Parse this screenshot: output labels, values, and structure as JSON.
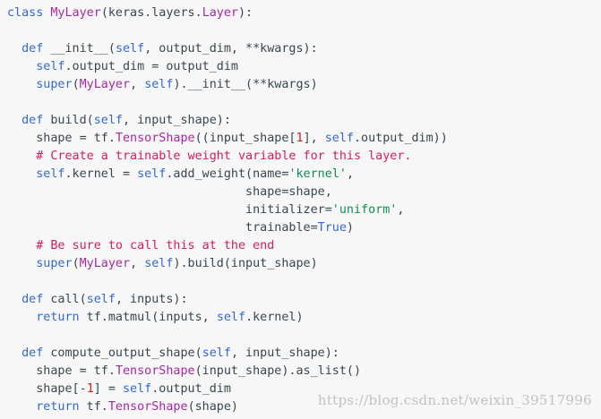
{
  "colors": {
    "background": "#f7f7f7",
    "default": "#37474f",
    "keyword": "#3367d6",
    "class_name": "#a626a4",
    "string": "#0d904f",
    "number": "#c5221f",
    "comment": "#d81b60"
  },
  "code": {
    "lines": [
      [
        {
          "t": "class",
          "c": "kw"
        },
        {
          "t": " "
        },
        {
          "t": "MyLayer",
          "c": "cls"
        },
        {
          "t": "(keras.layers."
        },
        {
          "t": "Layer",
          "c": "cls"
        },
        {
          "t": "):"
        }
      ],
      [],
      [
        {
          "t": "  "
        },
        {
          "t": "def",
          "c": "kw"
        },
        {
          "t": " __init__("
        },
        {
          "t": "self",
          "c": "kw"
        },
        {
          "t": ", output_dim, **kwargs):"
        }
      ],
      [
        {
          "t": "    "
        },
        {
          "t": "self",
          "c": "kw"
        },
        {
          "t": ".output_dim = output_dim"
        }
      ],
      [
        {
          "t": "    "
        },
        {
          "t": "super",
          "c": "kw"
        },
        {
          "t": "("
        },
        {
          "t": "MyLayer",
          "c": "cls"
        },
        {
          "t": ", "
        },
        {
          "t": "self",
          "c": "kw"
        },
        {
          "t": ").__init__(**kwargs)"
        }
      ],
      [],
      [
        {
          "t": "  "
        },
        {
          "t": "def",
          "c": "kw"
        },
        {
          "t": " build("
        },
        {
          "t": "self",
          "c": "kw"
        },
        {
          "t": ", input_shape):"
        }
      ],
      [
        {
          "t": "    shape = tf."
        },
        {
          "t": "TensorShape",
          "c": "cls"
        },
        {
          "t": "((input_shape["
        },
        {
          "t": "1",
          "c": "num"
        },
        {
          "t": "], "
        },
        {
          "t": "self",
          "c": "kw"
        },
        {
          "t": ".output_dim))"
        }
      ],
      [
        {
          "t": "    "
        },
        {
          "t": "# Create a trainable weight variable for this layer.",
          "c": "cmt"
        }
      ],
      [
        {
          "t": "    "
        },
        {
          "t": "self",
          "c": "kw"
        },
        {
          "t": ".kernel = "
        },
        {
          "t": "self",
          "c": "kw"
        },
        {
          "t": ".add_weight(name="
        },
        {
          "t": "'kernel'",
          "c": "str"
        },
        {
          "t": ","
        }
      ],
      [
        {
          "t": "                                 shape=shape,"
        }
      ],
      [
        {
          "t": "                                 initializer="
        },
        {
          "t": "'uniform'",
          "c": "str"
        },
        {
          "t": ","
        }
      ],
      [
        {
          "t": "                                 trainable="
        },
        {
          "t": "True",
          "c": "kw"
        },
        {
          "t": ")"
        }
      ],
      [
        {
          "t": "    "
        },
        {
          "t": "# Be sure to call this at the end",
          "c": "cmt"
        }
      ],
      [
        {
          "t": "    "
        },
        {
          "t": "super",
          "c": "kw"
        },
        {
          "t": "("
        },
        {
          "t": "MyLayer",
          "c": "cls"
        },
        {
          "t": ", "
        },
        {
          "t": "self",
          "c": "kw"
        },
        {
          "t": ").build(input_shape)"
        }
      ],
      [],
      [
        {
          "t": "  "
        },
        {
          "t": "def",
          "c": "kw"
        },
        {
          "t": " call("
        },
        {
          "t": "self",
          "c": "kw"
        },
        {
          "t": ", inputs):"
        }
      ],
      [
        {
          "t": "    "
        },
        {
          "t": "return",
          "c": "kw"
        },
        {
          "t": " tf.matmul(inputs, "
        },
        {
          "t": "self",
          "c": "kw"
        },
        {
          "t": ".kernel)"
        }
      ],
      [],
      [
        {
          "t": "  "
        },
        {
          "t": "def",
          "c": "kw"
        },
        {
          "t": " compute_output_shape("
        },
        {
          "t": "self",
          "c": "kw"
        },
        {
          "t": ", input_shape):"
        }
      ],
      [
        {
          "t": "    shape = tf."
        },
        {
          "t": "TensorShape",
          "c": "cls"
        },
        {
          "t": "(input_shape).as_list()"
        }
      ],
      [
        {
          "t": "    shape[-"
        },
        {
          "t": "1",
          "c": "num"
        },
        {
          "t": "] = "
        },
        {
          "t": "self",
          "c": "kw"
        },
        {
          "t": ".output_dim"
        }
      ],
      [
        {
          "t": "    "
        },
        {
          "t": "return",
          "c": "kw"
        },
        {
          "t": " tf."
        },
        {
          "t": "TensorShape",
          "c": "cls"
        },
        {
          "t": "(shape)"
        }
      ]
    ]
  },
  "watermark": "https://blog.csdn.net/weixin_39517996"
}
